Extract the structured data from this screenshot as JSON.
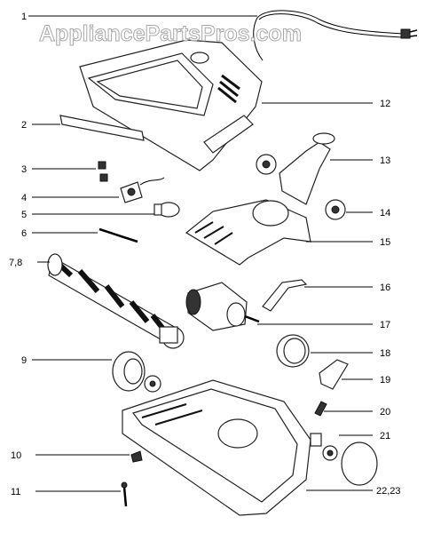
{
  "watermark": "AppliancePartsPros.com",
  "callouts": [
    {
      "id": "1",
      "label": "1"
    },
    {
      "id": "2",
      "label": "2"
    },
    {
      "id": "3",
      "label": "3"
    },
    {
      "id": "4",
      "label": "4"
    },
    {
      "id": "5",
      "label": "5"
    },
    {
      "id": "6",
      "label": "6"
    },
    {
      "id": "7_8",
      "label": "7,8"
    },
    {
      "id": "9",
      "label": "9"
    },
    {
      "id": "10",
      "label": "10"
    },
    {
      "id": "11",
      "label": "11"
    },
    {
      "id": "12",
      "label": "12"
    },
    {
      "id": "13",
      "label": "13"
    },
    {
      "id": "14",
      "label": "14"
    },
    {
      "id": "15",
      "label": "15"
    },
    {
      "id": "16",
      "label": "16"
    },
    {
      "id": "17",
      "label": "17"
    },
    {
      "id": "18",
      "label": "18"
    },
    {
      "id": "19",
      "label": "19"
    },
    {
      "id": "20",
      "label": "20"
    },
    {
      "id": "21",
      "label": "21"
    },
    {
      "id": "22_23",
      "label": "22,23"
    }
  ]
}
